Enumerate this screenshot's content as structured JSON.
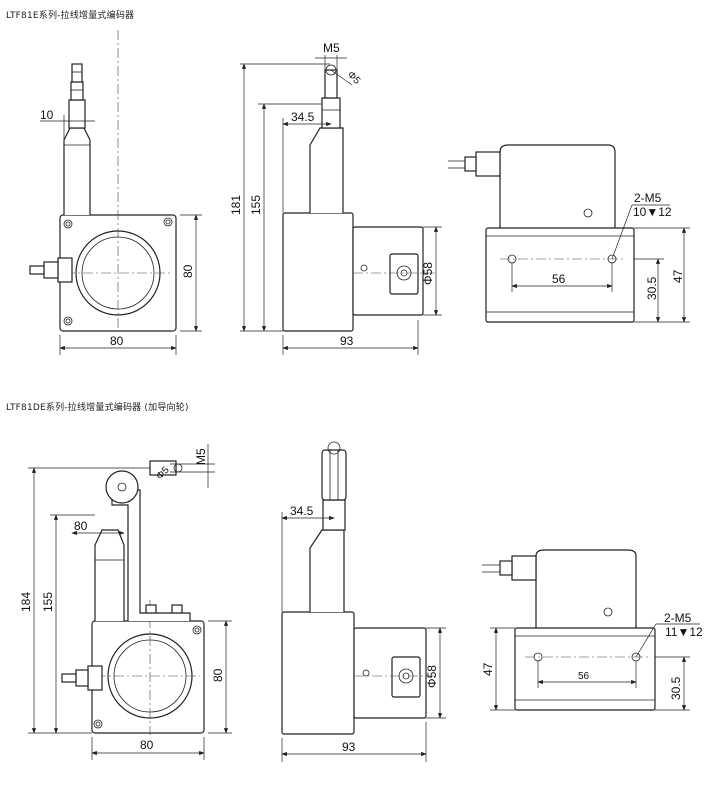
{
  "section1": {
    "title": "LTF81E系列-拉线增量式编码器",
    "dims": {
      "front_width": "80",
      "front_height": "80",
      "front_cable_offset": "10",
      "side_overall_height": "181",
      "side_height_155": "155",
      "side_offset": "34.5",
      "side_depth": "93",
      "side_diameter": "Φ58",
      "thread": "M5",
      "hole_dia": "Φ5",
      "right_holes": "2-M5",
      "right_hole_depth": "10▼12",
      "right_spacing": "56",
      "right_h1": "30.5",
      "right_h2": "47"
    }
  },
  "section2": {
    "title": "LTF81DE系列-拉线增量式编码器  (加导向轮)",
    "dims": {
      "front_width": "80",
      "front_height": "80",
      "front_offset": "80",
      "front_overall_height": "184",
      "front_height_155": "155",
      "thread": "M5",
      "hole_dia": "Φ5",
      "side_offset": "34.5",
      "side_depth": "93",
      "side_diameter": "Φ58",
      "right_holes": "2-M5",
      "right_hole_depth": "11▼12",
      "right_spacing": "56",
      "right_h1": "30.5",
      "right_h2": "47"
    }
  }
}
